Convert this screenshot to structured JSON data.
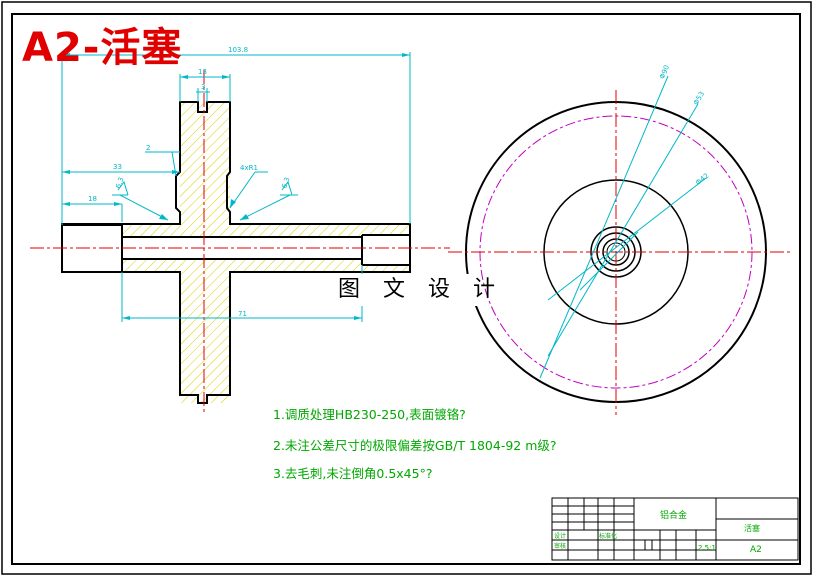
{
  "title": "A2-活塞",
  "watermark": "图 文 设 计",
  "dimensions": {
    "overall_length": "103.8",
    "hub_width": "13",
    "keyway_width": "3",
    "chamfer": "2",
    "offset_33": "33",
    "offset_18": "18",
    "bore_71": "71",
    "fillet": "4xR1",
    "roughness_left": "6.3",
    "roughness_right": "6.3"
  },
  "right_view_labels": {
    "d1": "Φ90",
    "d2": "Φ53",
    "d3": "Φ42"
  },
  "notes": [
    "1.调质处理HB230-250,表面镀铬?",
    "2.未注公差尺寸的极限偏差按GB/T 1804-92 m级?",
    "3.去毛刺,未注倒角0.5x45°?"
  ],
  "title_block": {
    "material": "铝合金",
    "part_name": "活塞",
    "drawing_no": "A2",
    "scale": "2.5:1",
    "designer": "设计",
    "checker": "审核",
    "standard": "标准化"
  },
  "colors": {
    "outline": "#000000",
    "dimension": "#00b8c8",
    "centerline": "#e00000",
    "hatch": "#d8d000",
    "note_text": "#00a800",
    "title": "#e00000",
    "phantom_circle": "#c000c0"
  }
}
